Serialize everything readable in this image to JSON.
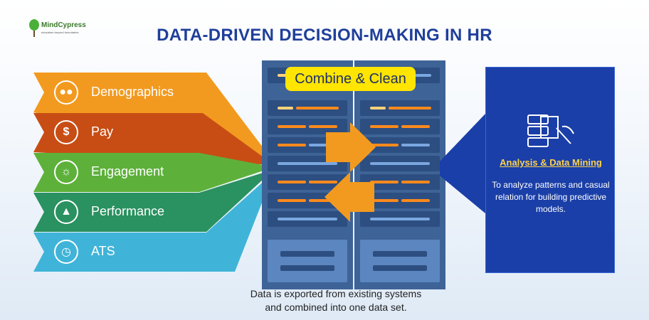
{
  "logo": {
    "name": "MindCypress",
    "tagline": "education beyond boundaries"
  },
  "title": "DATA-DRIVEN DECISION-MAKING IN HR",
  "categories": [
    {
      "label": "Demographics",
      "icon": "people-group-icon",
      "color": "#f29a1f"
    },
    {
      "label": "Pay",
      "icon": "dollar-icon",
      "color": "#c84d15"
    },
    {
      "label": "Engagement",
      "icon": "idea-people-icon",
      "color": "#5db13a"
    },
    {
      "label": "Performance",
      "icon": "performance-chart-icon",
      "color": "#2a9160"
    },
    {
      "label": "ATS",
      "icon": "clock-briefcase-icon",
      "color": "#3fb4d8"
    }
  ],
  "combine_label": "Combine & Clean",
  "caption": "Data is exported from existing systems and combined into one data set.",
  "analysis": {
    "title": "Analysis & Data Mining",
    "description": "To analyze patterns and casual relation for building predictive models.",
    "icon": "server-mining-icon"
  },
  "colors": {
    "title": "#1f3f9a",
    "panel": "#1a3fa8",
    "server": "#3e6397",
    "combine_bg": "#ffe500",
    "arrow": "#f29a1f"
  }
}
